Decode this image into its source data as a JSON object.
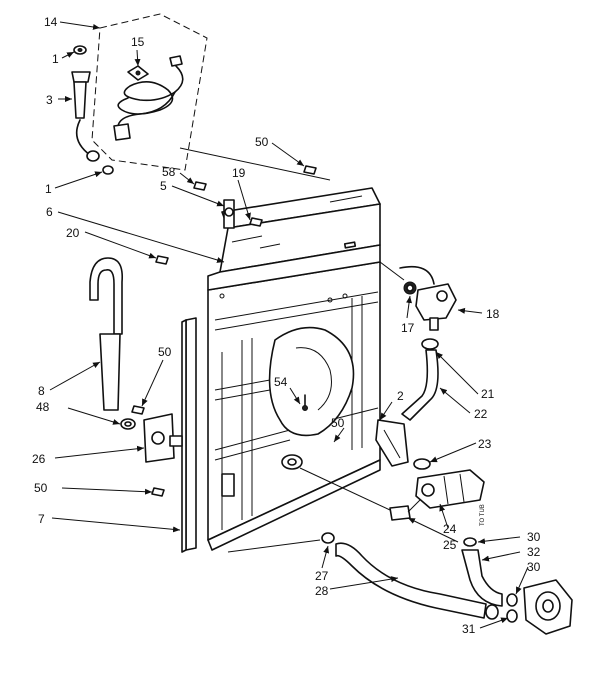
{
  "labels": {
    "l14": "14",
    "l15": "15",
    "l1a": "1",
    "l3": "3",
    "l1b": "1",
    "l50a": "50",
    "l58": "58",
    "l19": "19",
    "l5": "5",
    "l6": "6",
    "l20": "20",
    "l17": "17",
    "l18": "18",
    "l50b": "50",
    "l54": "54",
    "l2": "2",
    "l8": "8",
    "l48": "48",
    "l21": "21",
    "l22": "22",
    "l50c": "50",
    "l23": "23",
    "l26": "26",
    "l50d": "50",
    "l7": "7",
    "l24": "24",
    "l25": "25",
    "l30a": "30",
    "l32": "32",
    "l27": "27",
    "l30b": "30",
    "l28": "28",
    "l31": "31"
  },
  "annotations": {
    "to_tub": "TO TUB"
  },
  "arrow_head": "arrowhead"
}
